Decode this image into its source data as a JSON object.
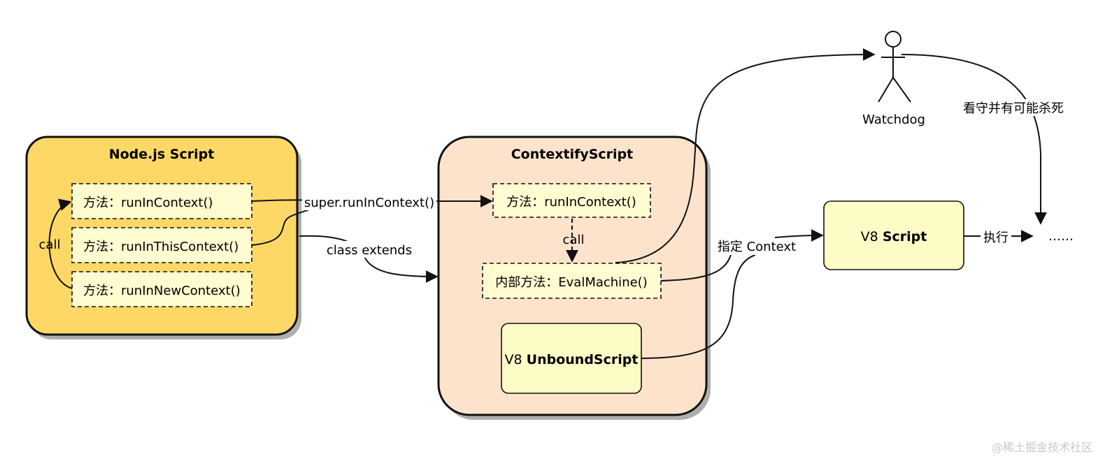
{
  "node_script": {
    "title": "Node.js Script",
    "methods": [
      "方法：runInContext()",
      "方法：runInThisContext()",
      "方法：runInNewContext()"
    ],
    "call_label": "call"
  },
  "contextify_script": {
    "title": "ContextifyScript",
    "method": "方法：runInContext()",
    "call_label": "call",
    "internal_method": "内部方法：EvalMachine()",
    "unbound_prefix": "V8 ",
    "unbound_bold": "UnboundScript"
  },
  "v8_script": {
    "prefix": "V8 ",
    "bold": "Script"
  },
  "edges": {
    "super_call": "super.runInContext()",
    "class_extends": "class extends",
    "specify_context": "指定 Context",
    "execute": "执行",
    "watch_kill": "看守并有可能杀死"
  },
  "watchdog": {
    "label": "Watchdog"
  },
  "ellipsis": "……",
  "watermark": "@稀土掘金技术社区",
  "colors": {
    "node_fill": "#fdd866",
    "contextify_fill": "#fde3cc",
    "inner_fill": "#fefcd0",
    "v8_fill": "#fdfbc6",
    "stroke": "#111111",
    "watermark": "#c8c8c8"
  }
}
